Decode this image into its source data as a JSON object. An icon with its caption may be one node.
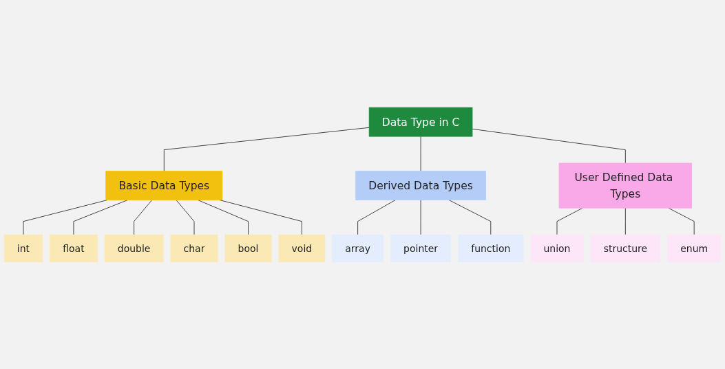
{
  "diagram": {
    "nodes": [
      {
        "text": [
          "Data Type in C"
        ]
      },
      {
        "text": [
          "Basic Data Types"
        ]
      },
      {
        "text": [
          "Derived Data Types"
        ]
      },
      {
        "text": [
          "User Defined Data Types"
        ]
      },
      {
        "text": [
          "int"
        ]
      },
      {
        "text": [
          "float"
        ]
      },
      {
        "text": [
          "double"
        ]
      },
      {
        "text": [
          "char"
        ]
      },
      {
        "text": [
          "bool"
        ]
      },
      {
        "text": [
          "void"
        ]
      },
      {
        "text": [
          "array"
        ]
      },
      {
        "text": [
          "pointer"
        ]
      },
      {
        "text": [
          "function"
        ]
      },
      {
        "text": [
          "union"
        ]
      },
      {
        "text": [
          "structure"
        ]
      },
      {
        "text": [
          "enum"
        ]
      }
    ],
    "edges": [
      {
        "from": 0,
        "to": 1,
        "arrow": "none"
      },
      {
        "from": 0,
        "to": 2,
        "arrow": "none"
      },
      {
        "from": 0,
        "to": 3,
        "arrow": "none"
      },
      {
        "from": 1,
        "to": 4,
        "arrow": "none"
      },
      {
        "from": 1,
        "to": 5,
        "arrow": "none"
      },
      {
        "from": 1,
        "to": 6,
        "arrow": "none"
      },
      {
        "from": 1,
        "to": 7,
        "arrow": "none"
      },
      {
        "from": 1,
        "to": 8,
        "arrow": "none"
      },
      {
        "from": 1,
        "to": 9,
        "arrow": "none"
      },
      {
        "from": 2,
        "to": 10,
        "arrow": "none"
      },
      {
        "from": 2,
        "to": 11,
        "arrow": "none"
      },
      {
        "from": 2,
        "to": 12,
        "arrow": "none"
      },
      {
        "from": 3,
        "to": 13,
        "arrow": "none"
      },
      {
        "from": 3,
        "to": 14,
        "arrow": "none"
      },
      {
        "from": 3,
        "to": 15,
        "arrow": "none"
      }
    ]
  }
}
